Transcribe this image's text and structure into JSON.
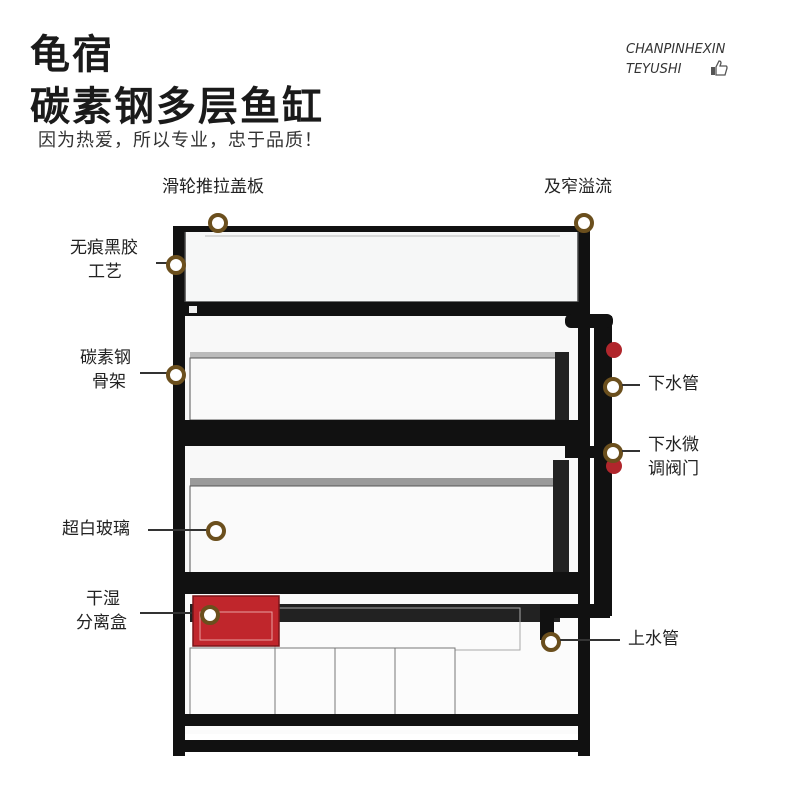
{
  "header": {
    "title_line1": "龟宿",
    "title_line2": "碳素钢多层鱼缸",
    "subtitle": "因为热爱，所以专业，忠于品质！",
    "brand_line1": "CHANPINHEXIN",
    "brand_line2": "TEYUSHI",
    "brand_icon": "thumbs-up-icon"
  },
  "callouts": {
    "sliding_lid": "滑轮推拉盖板",
    "narrow_overflow": "及窄溢流",
    "black_glue_1": "无痕黑胶",
    "black_glue_2": "工艺",
    "steel_frame_1": "碳素钢",
    "steel_frame_2": "骨架",
    "drain_pipe": "下水管",
    "valve_1": "下水微",
    "valve_2": "调阀门",
    "ultra_clear_glass": "超白玻璃",
    "wet_dry_1": "干湿",
    "wet_dry_2": "分离盒",
    "return_pipe": "上水管"
  },
  "colors": {
    "accent_dot": "#6b4f1d",
    "frame": "#111111",
    "wet_dry_box": "#c0262c",
    "valve": "#b0262c"
  }
}
